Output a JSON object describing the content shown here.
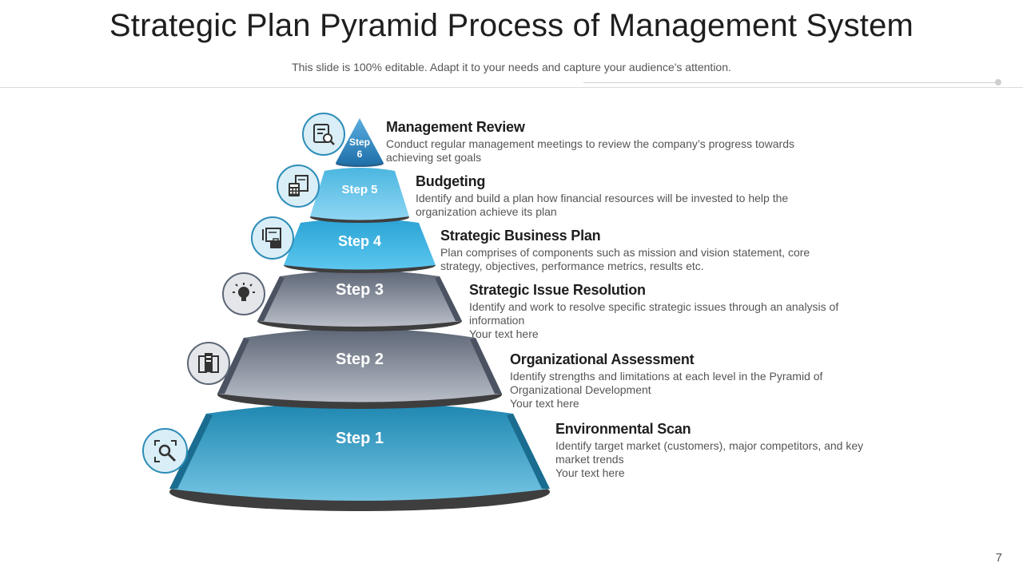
{
  "header": {
    "title": "Strategic Plan Pyramid Process of Management System",
    "subtitle": "This slide is 100% editable. Adapt it to your needs and capture your audience's attention."
  },
  "steps": [
    {
      "label": "Step 1",
      "title": "Environmental Scan",
      "desc": "Identify target market (customers), major competitors, and key market trends",
      "extra": "Your text here",
      "icon": "magnifier-scan-icon"
    },
    {
      "label": "Step 2",
      "title": "Organizational Assessment",
      "desc": "Identify strengths and limitations at each level in the Pyramid of Organizational Development",
      "extra": "Your text here",
      "icon": "org-documents-icon"
    },
    {
      "label": "Step 3",
      "title": "Strategic Issue Resolution",
      "desc": "Identify and work to resolve specific strategic issues through an analysis of information",
      "extra": "Your text here",
      "icon": "lightbulb-icon"
    },
    {
      "label": "Step 4",
      "title": "Strategic Business Plan",
      "desc": "Plan comprises of components such as mission and vision statement, core strategy, objectives, performance metrics, results etc.",
      "extra": "",
      "icon": "briefcase-plan-icon"
    },
    {
      "label": "Step 5",
      "title": "Budgeting",
      "desc": "Identify and build a plan how financial resources will be invested to help the organization achieve its plan",
      "extra": "",
      "icon": "calculator-icon"
    },
    {
      "label": "Step 6",
      "title": "Management Review",
      "desc": "Conduct regular management meetings to review the company’s progress towards achieving set goals",
      "extra": "",
      "icon": "review-report-icon"
    }
  ],
  "colors": {
    "blue_dark": "#1f7ea3",
    "blue_mid": "#49b5dd",
    "gray_dark": "#5d6676",
    "gray_light": "#b7bcc6",
    "base_shadow": "#3e3e3e"
  },
  "page_number": "7"
}
